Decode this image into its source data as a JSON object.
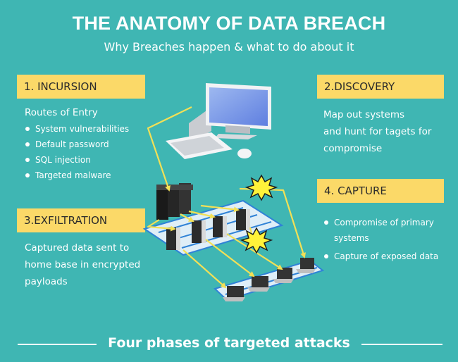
{
  "header": {
    "title": "THE ANATOMY OF DATA BREACH",
    "subtitle": "Why Breaches happen & what to do about it"
  },
  "phases": {
    "incursion": {
      "label": "1. INCURSION",
      "heading": "Routes of Entry",
      "items": [
        "System vulnerabilities",
        "Default password",
        "SQL injection",
        "Targeted malware"
      ]
    },
    "discovery": {
      "label": "2.DISCOVERY",
      "lines": [
        "Map out systems",
        "and hunt for tagets for",
        "compromise"
      ]
    },
    "exfiltration": {
      "label": "3.EXFILTRATION",
      "lines": [
        "Captured data sent to",
        "home base in encrypted",
        "payloads"
      ]
    },
    "capture": {
      "label": "4. CAPTURE",
      "items": [
        "Compromise of primary systems",
        "Capture of exposed data"
      ]
    }
  },
  "footer": {
    "caption": "Four phases of targeted attacks"
  },
  "colors": {
    "background": "#3fb6b3",
    "banner": "#fbd968",
    "arrow": "#f2e056",
    "network_line": "#2f82d6",
    "burst": "#fff23a"
  }
}
